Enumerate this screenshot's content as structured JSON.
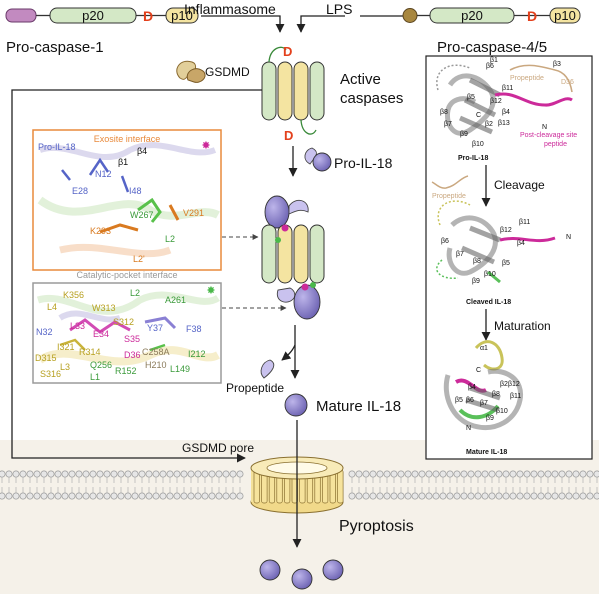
{
  "labels": {
    "p20": "p20",
    "p10": "p10",
    "d_site": "D",
    "inflammasome": "Inflammasome",
    "lps": "LPS",
    "pro_caspase_1": "Pro-caspase-1",
    "pro_caspase_45": "Pro-caspase-4/5",
    "gsdmd": "GSDMD",
    "active_caspases_line1": "Active",
    "active_caspases_line2": "caspases",
    "pro_il18": "Pro-IL-18",
    "propeptide": "Propeptide",
    "mature_il18": "Mature IL-18",
    "gsdmd_pore": "GSDMD pore",
    "pyroptosis": "Pyroptosis"
  },
  "exosite_panel": {
    "title": "Exosite interface",
    "corner_label": "Pro-IL-18",
    "residues": [
      "β1",
      "β4",
      "N12",
      "E28",
      "I48",
      "W267",
      "V291",
      "K293",
      "L2",
      "L2'"
    ]
  },
  "pocket_panel": {
    "title": "Catalytic-pocket interface",
    "residues": [
      "K356",
      "L2",
      "A261",
      "L4",
      "W313",
      "S312",
      "Y37",
      "F38",
      "N32",
      "L33",
      "E34",
      "S35",
      "D315",
      "I321",
      "C258A",
      "S316",
      "R314",
      "D36",
      "H210",
      "I212",
      "L3",
      "L149",
      "Q256",
      "R152",
      "L1"
    ]
  },
  "structure_panel": {
    "top_labels": [
      "β6",
      "β1",
      "β3",
      "Propeptide",
      "D36",
      "β8",
      "β7",
      "β11",
      "β5",
      "β12",
      "β4",
      "β2",
      "β9",
      "β13",
      "β10",
      "C",
      "N",
      "Post-cleavage site",
      "peptide",
      "Pro-IL-18"
    ],
    "cleavage": "Cleavage",
    "propeptide_small": "Propeptide",
    "middle_labels": [
      "β12",
      "β11",
      "β4",
      "β6",
      "β7",
      "β9",
      "β8",
      "β10",
      "β5",
      "N"
    ],
    "cleaved_il18": "Cleaved IL-18",
    "maturation": "Maturation",
    "bottom_labels": [
      "α1",
      "C",
      "β12",
      "β4",
      "β5",
      "β6",
      "β7",
      "β8",
      "β9",
      "β10",
      "β11",
      "β2",
      "N"
    ],
    "mature_il18": "Mature IL-18"
  },
  "colors": {
    "p20": "#d4e8c6",
    "p10": "#f4e4a1",
    "cardinal_site": "#e3401c",
    "il18": "#8f86c6",
    "il18_dark": "#5a4f99",
    "exosite_border": "#e88a3c",
    "pocket_border": "#9a9a9a",
    "magenta": "#cc2a9a",
    "green_accent": "#4ab84a"
  }
}
